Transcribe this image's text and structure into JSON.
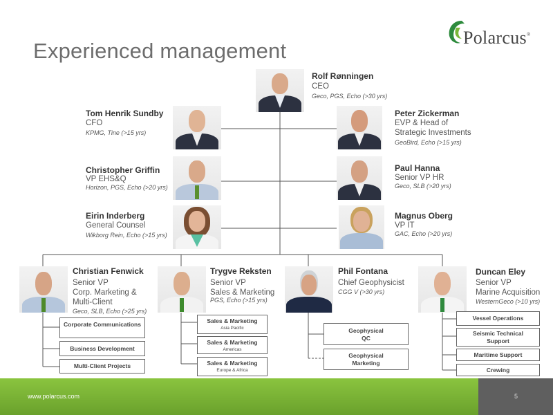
{
  "title": "Experienced management",
  "logo": {
    "text": "Polarcus",
    "mark": "®"
  },
  "people": {
    "ceo": {
      "name": "Rolf Rønningen",
      "role": [
        "CEO"
      ],
      "history": "Geco, PGS, Echo (>30 yrs)"
    },
    "cfo": {
      "name": "Tom Henrik Sundby",
      "role": [
        "CFO"
      ],
      "history": "KPMG, Tine (>15 yrs)"
    },
    "evp": {
      "name": "Peter Zickerman",
      "role": [
        "EVP & Head of",
        "Strategic Investments"
      ],
      "history": "GeoBird, Echo (>15 yrs)"
    },
    "ehs": {
      "name": "Christopher Griffin",
      "role": [
        "VP EHS&Q"
      ],
      "history": "Horizon, PGS, Echo (>20 yrs)"
    },
    "hr": {
      "name": "Paul Hanna",
      "role": [
        "Senior VP HR"
      ],
      "history": "Geco, SLB (>20 yrs)"
    },
    "counsel": {
      "name": "Eirin Inderberg",
      "role": [
        "General Counsel"
      ],
      "history": "Wikborg Rein, Echo (>15 yrs)"
    },
    "it": {
      "name": "Magnus Oberg",
      "role": [
        "VP IT"
      ],
      "history": "GAC, Echo (>20 yrs)"
    },
    "fenwick": {
      "name": "Christian Fenwick",
      "role": [
        "Senior VP",
        "Corp. Marketing &",
        "Multi-Client"
      ],
      "history": "Geco, SLB, Echo (>25 yrs)"
    },
    "reksten": {
      "name": "Trygve Reksten",
      "role": [
        "Senior VP",
        "Sales & Marketing"
      ],
      "history": "PGS, Echo (>15 yrs)"
    },
    "fontana": {
      "name": "Phil Fontana",
      "role": [
        "Chief Geophysicist"
      ],
      "history": "CGG V (>30 yrs)"
    },
    "eley": {
      "name": "Duncan Eley",
      "role": [
        "Senior VP",
        "Marine Acquisition"
      ],
      "history": "WesternGeco (>10 yrs)"
    }
  },
  "units": {
    "fenwick": [
      {
        "label": "Corporate Communications",
        "sub": ""
      },
      {
        "label": "Business Development",
        "sub": ""
      },
      {
        "label": "Multi-Client  Projects",
        "sub": ""
      }
    ],
    "reksten": [
      {
        "label": "Sales & Marketing",
        "sub": "Asia Pacific"
      },
      {
        "label": "Sales & Marketing",
        "sub": "Americas"
      },
      {
        "label": "Sales & Marketing",
        "sub": "Europe & Africa"
      }
    ],
    "fontana": [
      {
        "label": "Geophysical QC",
        "sub": ""
      },
      {
        "label": "Geophysical Marketing",
        "sub": ""
      }
    ],
    "eley": [
      {
        "label": "Vessel Operations",
        "sub": ""
      },
      {
        "label": "Seismic Technical Support",
        "sub": ""
      },
      {
        "label": "Maritime  Support",
        "sub": ""
      },
      {
        "label": "Crewing",
        "sub": ""
      }
    ]
  },
  "footer": {
    "url": "www.polarcus.com",
    "page": "5"
  },
  "colors": {
    "brand_green": "#7ab738",
    "logo_green": "#2e8b3d",
    "footer_gray": "#5f5f5f"
  }
}
